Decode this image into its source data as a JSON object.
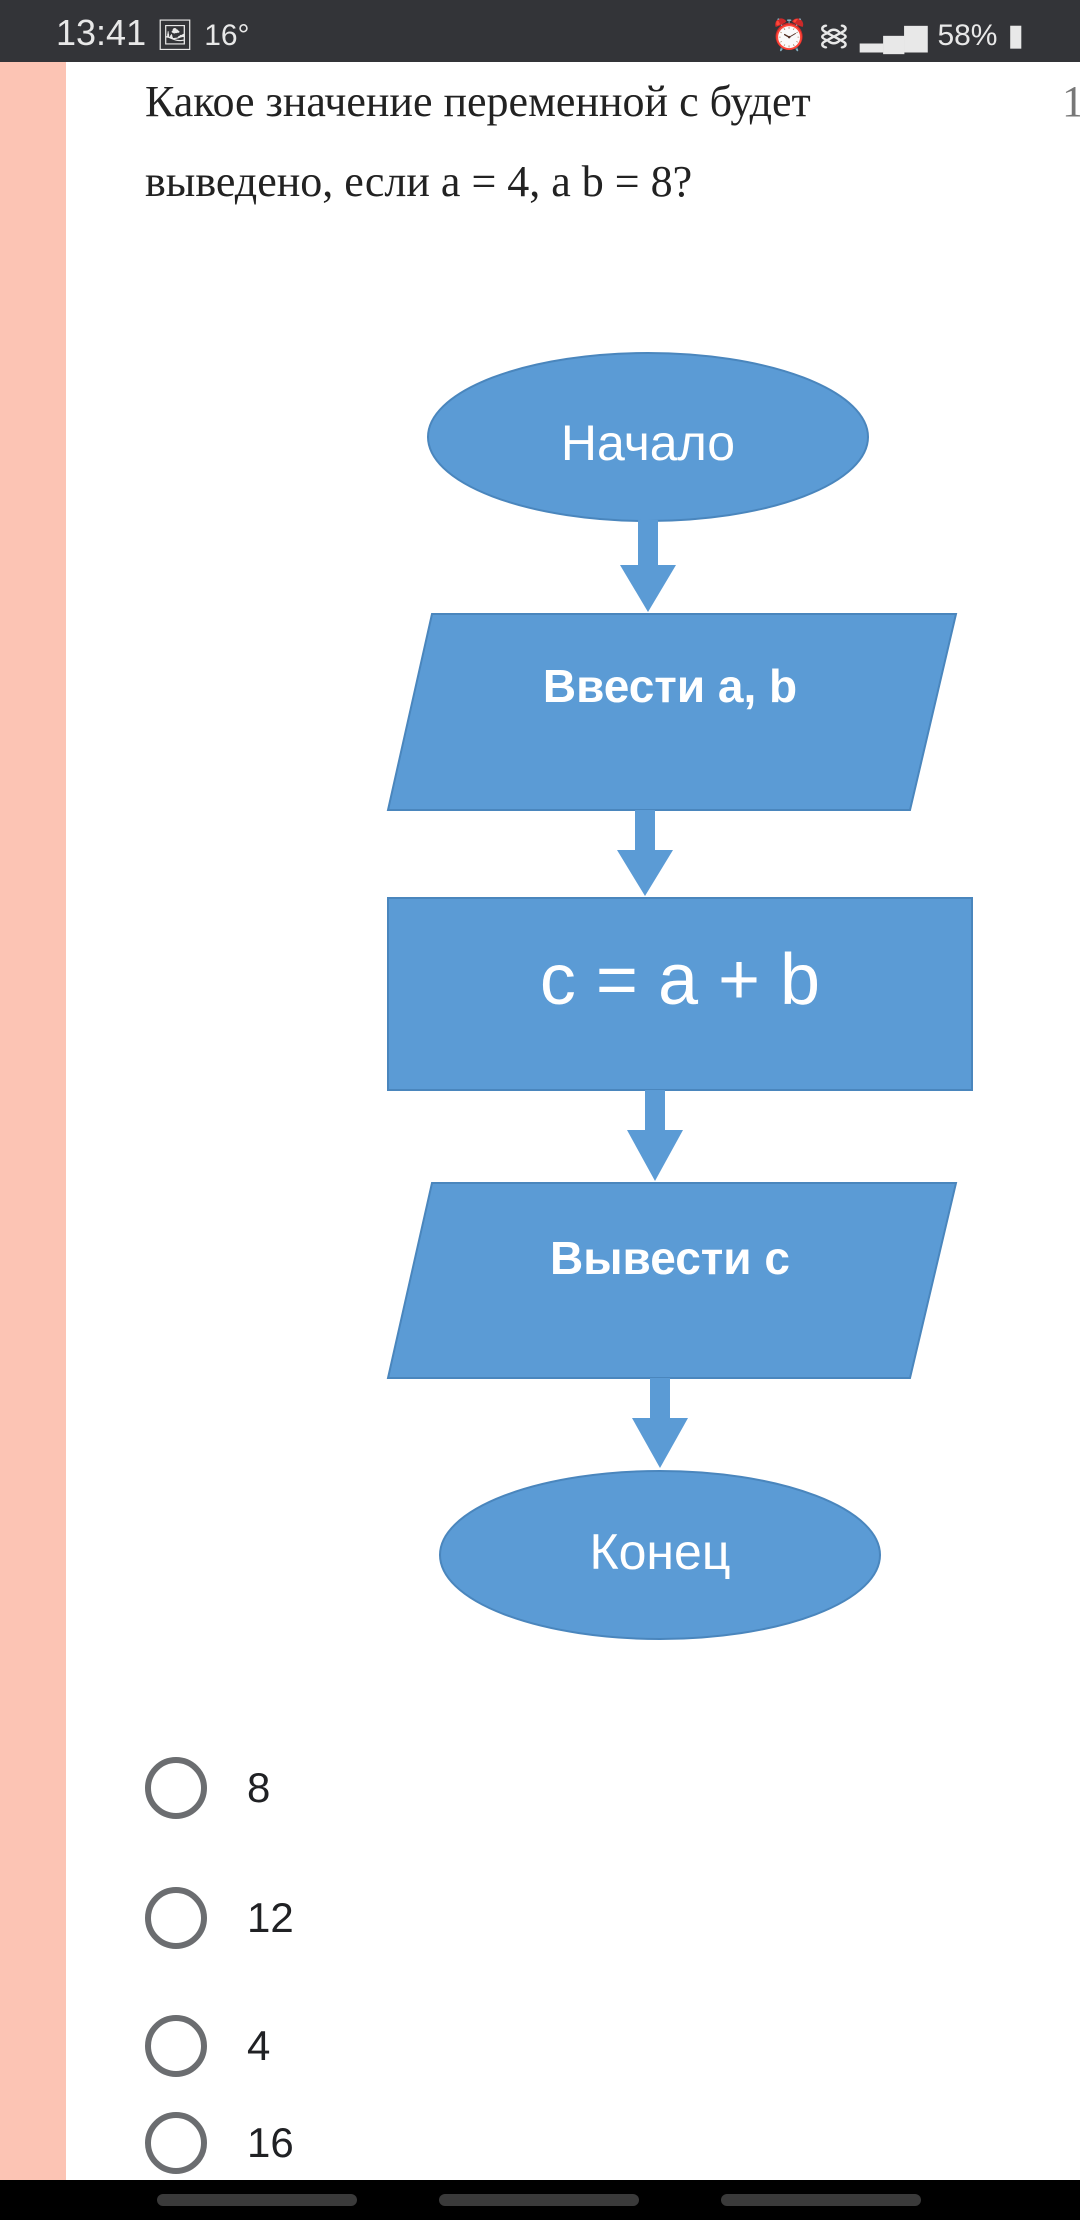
{
  "status_bar": {
    "time": "13:41",
    "temperature": "16°",
    "battery": "58%",
    "icons": [
      "image-icon",
      "alarm-icon",
      "wifi-icon",
      "signal-icon",
      "signal-icon",
      "battery-icon"
    ]
  },
  "question": {
    "text": "Какое значение переменной с будет выведено, если a = 4, а b = 8?",
    "number_fragment": "1"
  },
  "flowchart": {
    "color": "#5b9bd5",
    "start": "Начало",
    "input": "Ввести a, b",
    "process": "c = a + b",
    "output": "Вывести c",
    "end": "Конец"
  },
  "options": [
    {
      "label": "8"
    },
    {
      "label": "12"
    },
    {
      "label": "4"
    },
    {
      "label": "16"
    }
  ]
}
